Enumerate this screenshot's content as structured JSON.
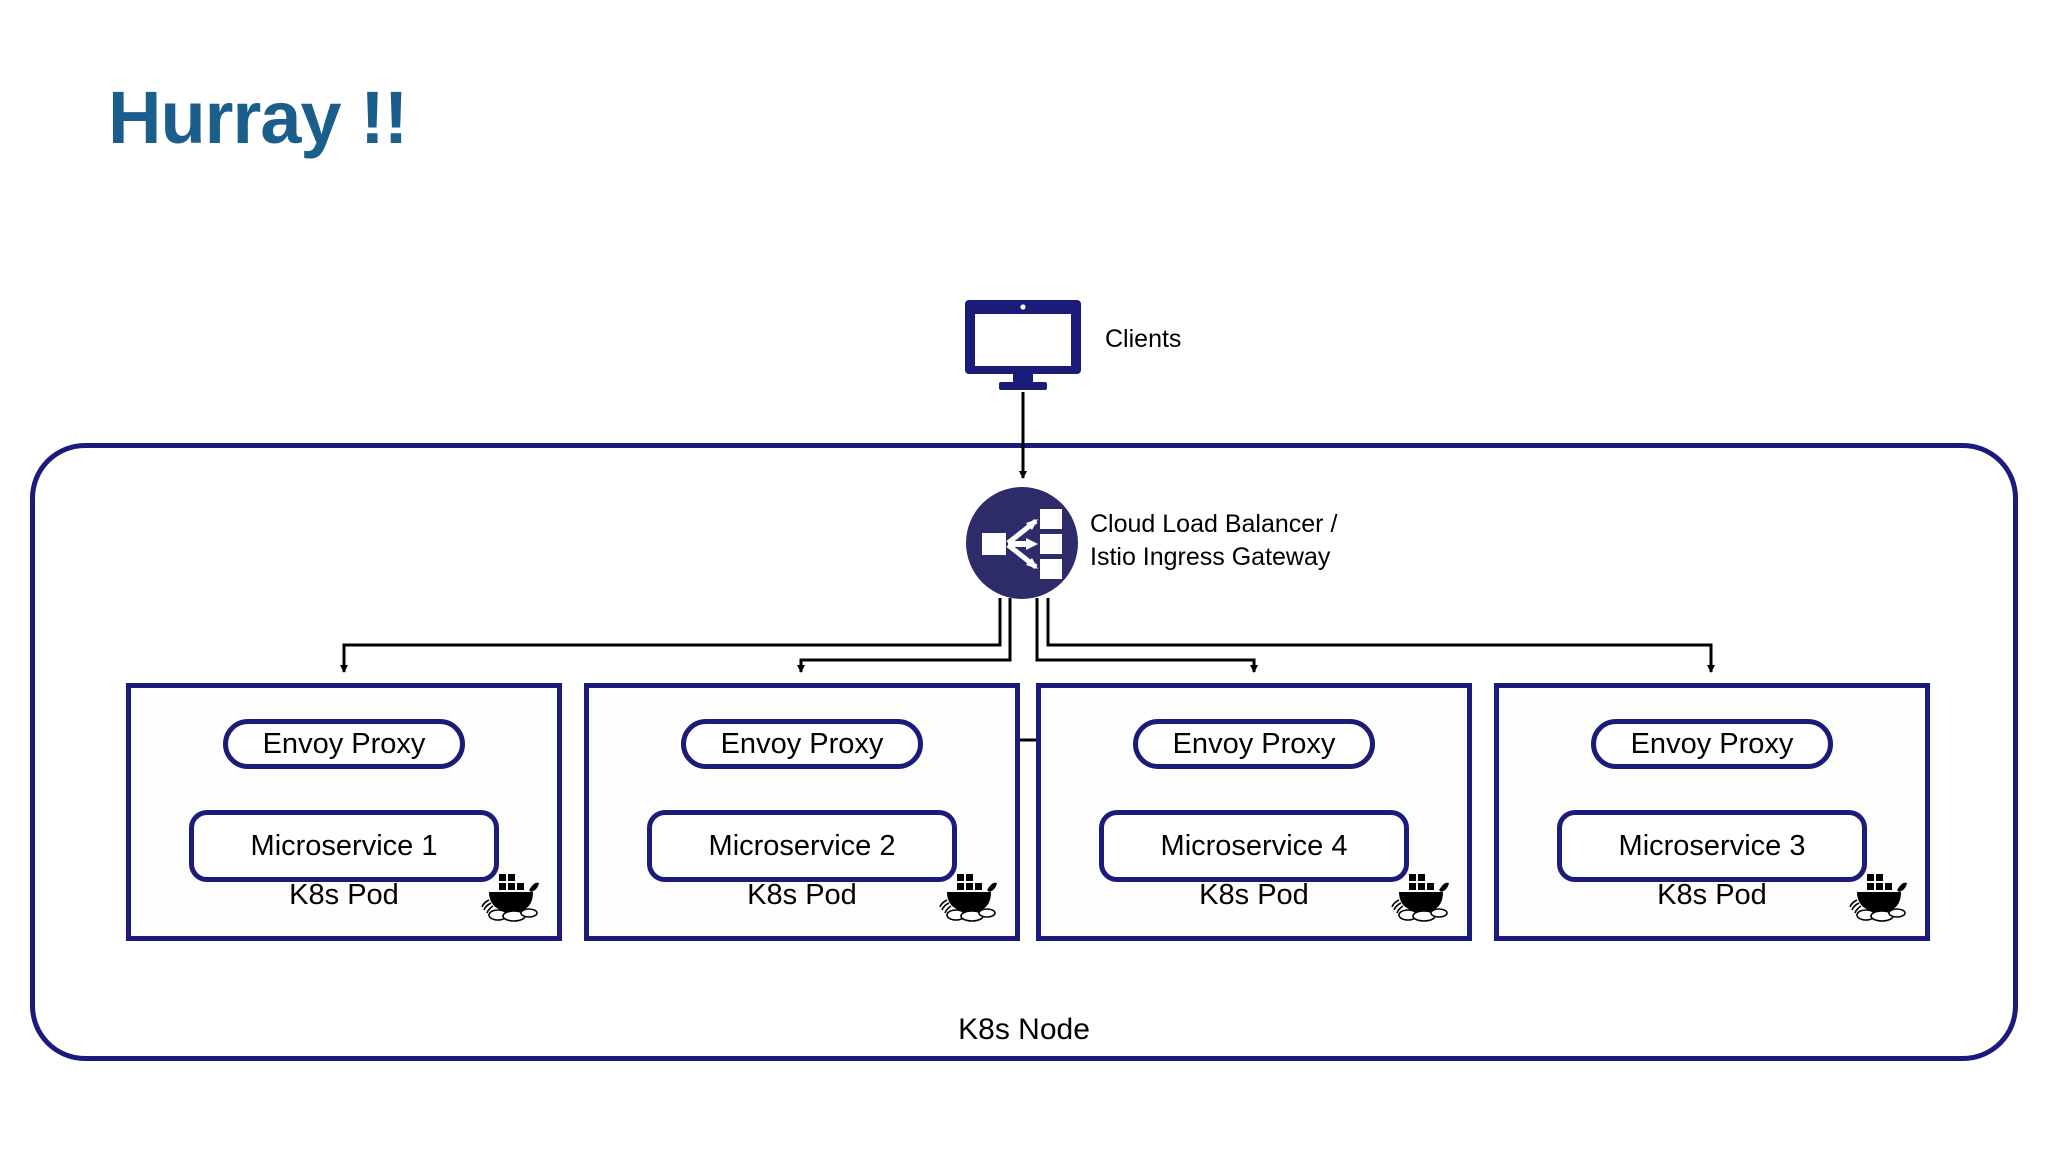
{
  "title": "Hurray !!",
  "colors": {
    "title": "#1B5E8C",
    "navy_border": "#1B1B7A",
    "load_balancer_fill": "#2E2B6B",
    "monitor": "#1B1B7A",
    "arrow": "#000000",
    "background": "#FFFFFF"
  },
  "clients": {
    "label": "Clients",
    "icon": "monitor-icon"
  },
  "load_balancer": {
    "label_line1": "Cloud Load Balancer /",
    "label_line2": "Istio Ingress Gateway",
    "icon": "load-balancer-icon"
  },
  "node": {
    "label": "K8s Node"
  },
  "pods": [
    {
      "proxy": "Envoy Proxy",
      "service": "Microservice 1",
      "pod_label": "K8s Pod",
      "container_icon": "docker-whale-icon"
    },
    {
      "proxy": "Envoy Proxy",
      "service": "Microservice 2",
      "pod_label": "K8s Pod",
      "container_icon": "docker-whale-icon"
    },
    {
      "proxy": "Envoy Proxy",
      "service": "Microservice 4",
      "pod_label": "K8s Pod",
      "container_icon": "docker-whale-icon"
    },
    {
      "proxy": "Envoy Proxy",
      "service": "Microservice 3",
      "pod_label": "K8s Pod",
      "container_icon": "docker-whale-icon"
    }
  ]
}
